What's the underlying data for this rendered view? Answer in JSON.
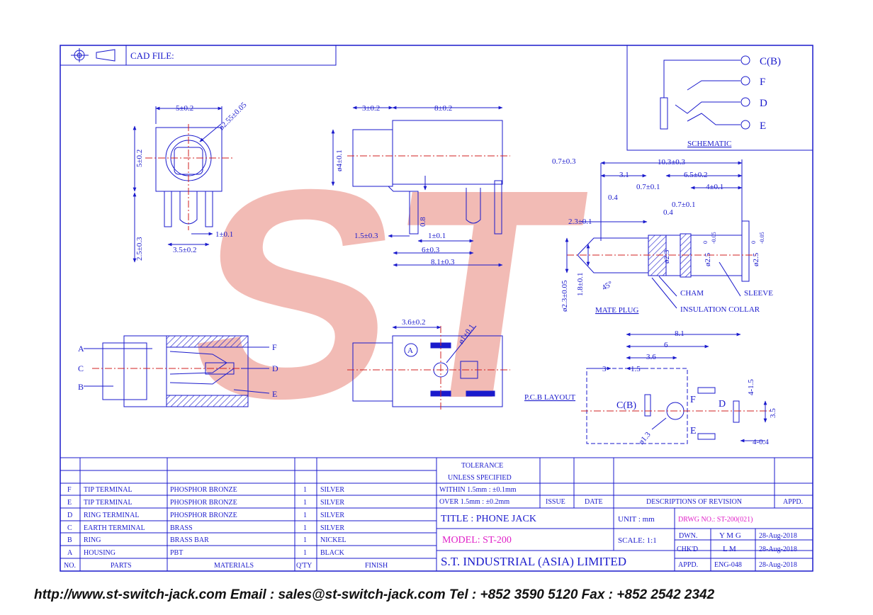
{
  "header": {
    "cad_file": "CAD FILE:"
  },
  "schematic": {
    "labels": [
      "C(B)",
      "F",
      "D",
      "E"
    ],
    "title": "SCHEMATIC"
  },
  "front_view": {
    "dims": [
      "5±0.2",
      "ø2.55±0.05",
      "5±0.2",
      "2.5±0.3",
      "3.5±0.2",
      "1±0.1"
    ]
  },
  "side_view": {
    "dims": [
      "3±0.2",
      "8±0.2",
      "ø4±0.1",
      "0.8",
      "1.5±0.3",
      "1±0.1",
      "6±0.3",
      "8.1±0.3"
    ]
  },
  "mate_plug": {
    "dims": [
      "0.7±0.3",
      "10.3±0.3",
      "3.1",
      "6.5±0.2",
      "0.4",
      "0.7±0.1",
      "4±0.1",
      "0.7±0.1",
      "0.4",
      "2.3±0.1",
      "ø2.3",
      "ø2.5",
      "ø2.5",
      "ø2.3±0.05",
      "1.8±0.1",
      "45°",
      "0",
      "-0.05",
      "0",
      "-0.05"
    ],
    "callouts": [
      "CHAM",
      "SLEEVE",
      "INSULATION COLLAR"
    ],
    "title": "MATE PLUG"
  },
  "bottom_view": {
    "terminals": [
      "A",
      "F",
      "C",
      "D",
      "B",
      "E"
    ]
  },
  "pcb_view": {
    "dims": [
      "3.6±0.2",
      "ø1±0.1"
    ],
    "marker": "A"
  },
  "pcb_layout": {
    "title": "P.C.B LAYOUT",
    "dims": [
      "8.1",
      "6",
      "3.6",
      "3",
      "1.5",
      "4-1.5",
      "3.5",
      "4-0.4",
      "ø1.3"
    ],
    "pads": [
      "C(B)",
      "F",
      "D",
      "E"
    ]
  },
  "watermark": "ST",
  "tolerance": {
    "header": "TOLERANCE",
    "sub": "UNLESS   SPECIFIED",
    "rows": [
      "WITHIN  1.5mm : ±0.1mm",
      "OVER    1.5mm : ±0.2mm"
    ]
  },
  "revision": {
    "issue": "ISSUE",
    "date": "DATE",
    "desc": "DESCRIPTIONS  OF  REVISION",
    "appd": "APPD."
  },
  "parts": [
    {
      "no": "F",
      "part": "TIP TERMINAL",
      "material": "PHOSPHOR BRONZE",
      "qty": "1",
      "finish": "SILVER"
    },
    {
      "no": "E",
      "part": "TIP TERMINAL",
      "material": "PHOSPHOR BRONZE",
      "qty": "1",
      "finish": "SILVER"
    },
    {
      "no": "D",
      "part": "RING TERMINAL",
      "material": "PHOSPHOR BRONZE",
      "qty": "1",
      "finish": "SILVER"
    },
    {
      "no": "C",
      "part": "EARTH TERMINAL",
      "material": "BRASS",
      "qty": "1",
      "finish": "SILVER"
    },
    {
      "no": "B",
      "part": "RING",
      "material": "BRASS BAR",
      "qty": "1",
      "finish": "NICKEL"
    },
    {
      "no": "A",
      "part": "HOUSING",
      "material": "PBT",
      "qty": "1",
      "finish": "BLACK"
    }
  ],
  "parts_header": {
    "no": "NO.",
    "part": "PARTS",
    "material": "MATERIALS",
    "qty": "Q'TY",
    "finish": "FINISH"
  },
  "title_block": {
    "title": "TITLE : PHONE JACK",
    "unit": "UNIT :    mm",
    "drwg": "DRWG NO.: ST-200(021)",
    "model": "MODEL: ST-200",
    "scale": "SCALE:  1:1",
    "company": "S.T.  INDUSTRIAL  (ASIA)  LIMITED",
    "dwn": "DWN.",
    "dwn_by": "Y M G",
    "dwn_date": "28-Aug-2018",
    "chkd": "CHK'D",
    "chkd_by": "L M",
    "chkd_date": "28-Aug-2018",
    "appd": "APPD.",
    "appd_by": "ENG-048",
    "appd_date": "28-Aug-2018"
  },
  "footer": "http://www.st-switch-jack.com  Email : sales@st-switch-jack.com  Tel : +852 3590 5120  Fax : +852 2542 2342"
}
